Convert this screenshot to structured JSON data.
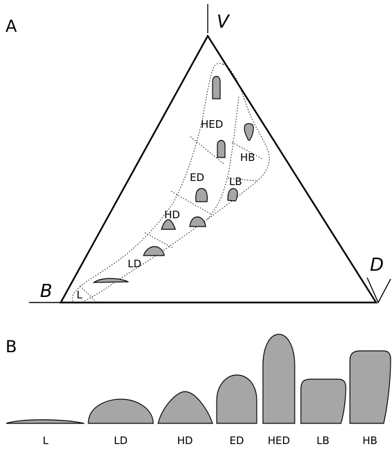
{
  "panels": {
    "a_label": "A",
    "b_label": "B"
  },
  "ternary": {
    "vertices": {
      "top": "V",
      "left": "B",
      "right": "D"
    },
    "regions": [
      "L",
      "LD",
      "HD",
      "ED",
      "HED",
      "LB",
      "HB"
    ]
  },
  "shapes": [
    "L",
    "LD",
    "HD",
    "ED",
    "HED",
    "LB",
    "HB"
  ],
  "colors": {
    "fill": "#a6a6a6",
    "stroke": "#000000"
  }
}
